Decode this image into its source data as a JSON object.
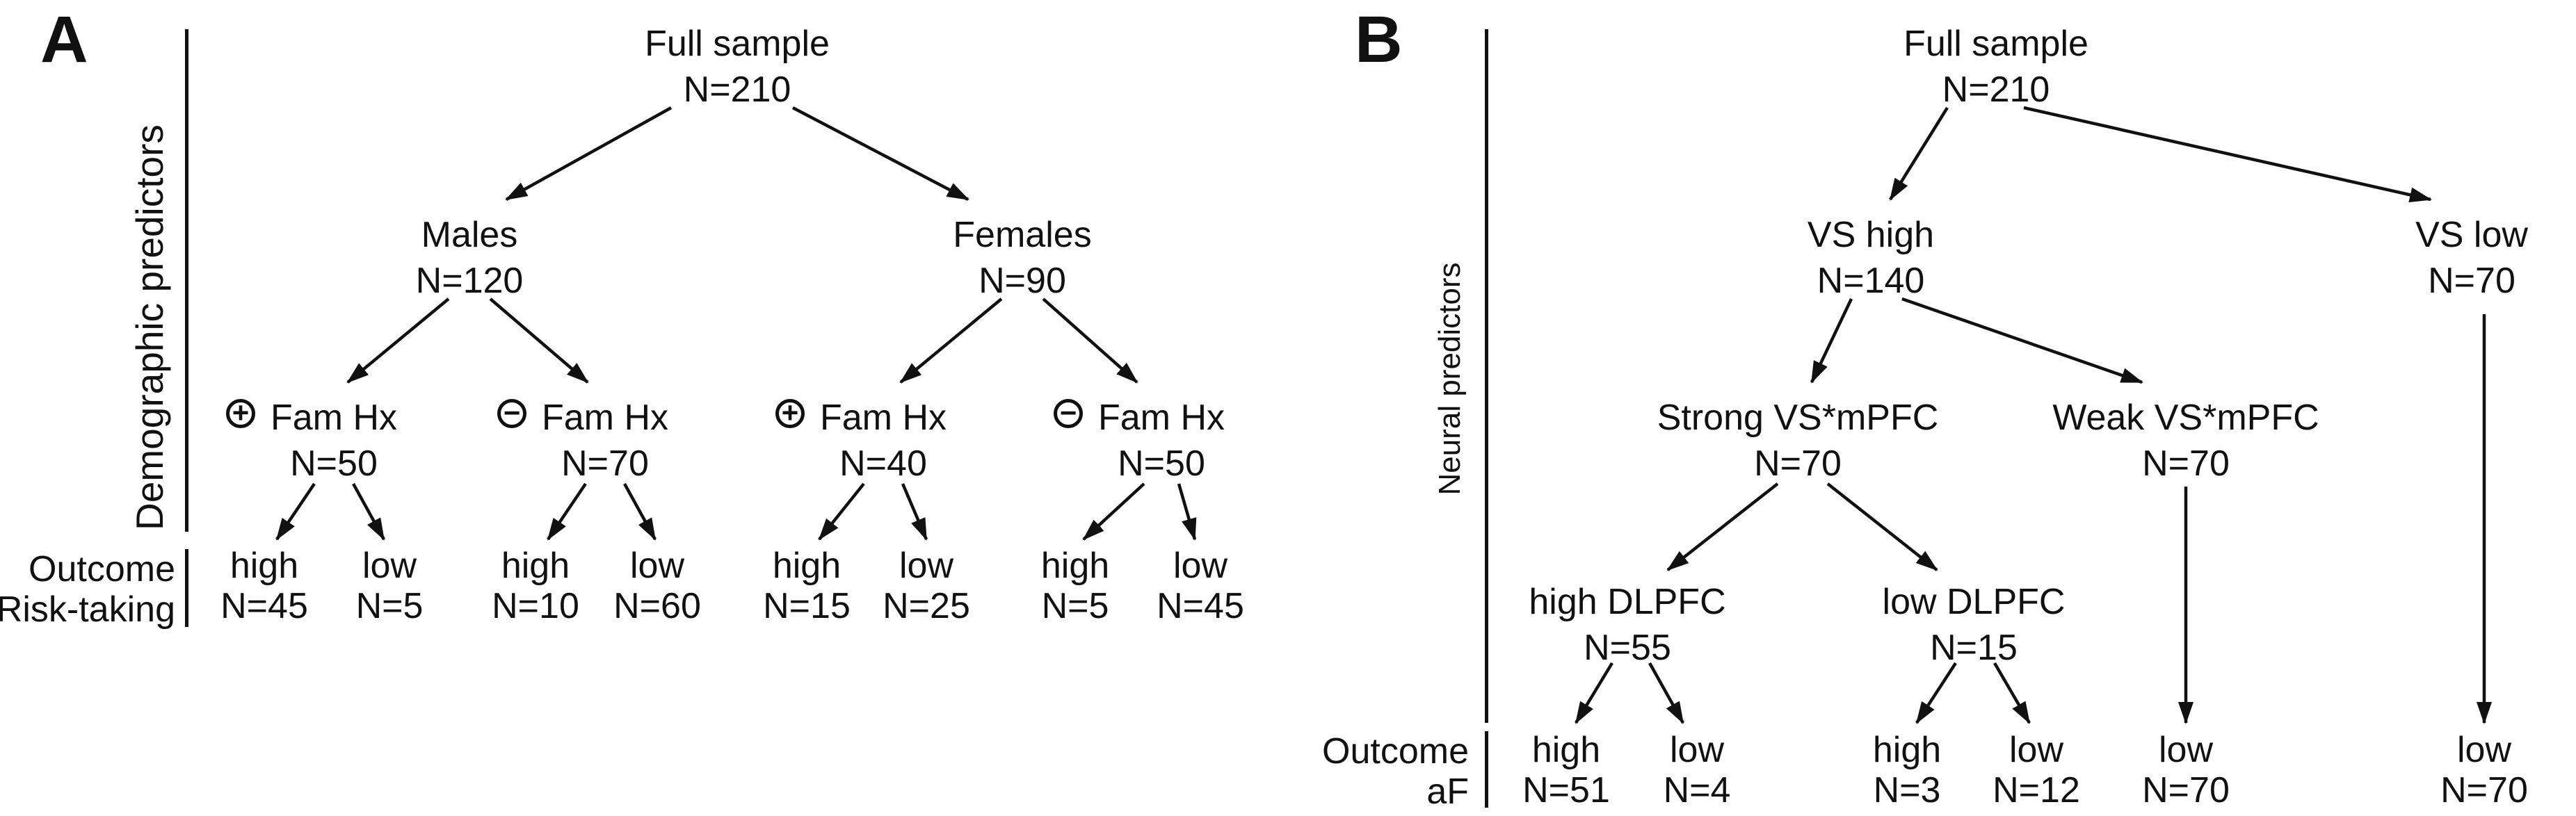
{
  "panelA": {
    "label": "A",
    "axis_label": "Demographic predictors",
    "outcome_label_line1": "Outcome",
    "outcome_label_line2": "Risk-taking",
    "nodes": {
      "full": {
        "label": "Full sample",
        "n": "N=210"
      },
      "males": {
        "label": "Males",
        "n": "N=120"
      },
      "females": {
        "label": "Females",
        "n": "N=90"
      },
      "famhx_pos_m": {
        "sign": "+",
        "label": "Fam Hx",
        "n": "N=50"
      },
      "famhx_neg_m": {
        "sign": "−",
        "label": "Fam Hx",
        "n": "N=70"
      },
      "famhx_pos_f": {
        "sign": "+",
        "label": "Fam Hx",
        "n": "N=40"
      },
      "famhx_neg_f": {
        "sign": "−",
        "label": "Fam Hx",
        "n": "N=50"
      },
      "out1": {
        "label": "high",
        "n": "N=45"
      },
      "out2": {
        "label": "low",
        "n": "N=5"
      },
      "out3": {
        "label": "high",
        "n": "N=10"
      },
      "out4": {
        "label": "low",
        "n": "N=60"
      },
      "out5": {
        "label": "high",
        "n": "N=15"
      },
      "out6": {
        "label": "low",
        "n": "N=25"
      },
      "out7": {
        "label": "high",
        "n": "N=5"
      },
      "out8": {
        "label": "low",
        "n": "N=45"
      }
    }
  },
  "panelB": {
    "label": "B",
    "axis_label": "Neural predictors",
    "outcome_label_line1": "Outcome",
    "outcome_label_line2": "aF",
    "nodes": {
      "full": {
        "label": "Full sample",
        "n": "N=210"
      },
      "vs_high": {
        "label": "VS high",
        "n": "N=140"
      },
      "vs_low": {
        "label": "VS low",
        "n": "N=70"
      },
      "strong": {
        "label": "Strong VS*mPFC",
        "n": "N=70"
      },
      "weak": {
        "label": "Weak VS*mPFC",
        "n": "N=70"
      },
      "high_dlpfc": {
        "label": "high DLPFC",
        "n": "N=55"
      },
      "low_dlpfc": {
        "label": "low DLPFC",
        "n": "N=15"
      },
      "out1": {
        "label": "high",
        "n": "N=51"
      },
      "out2": {
        "label": "low",
        "n": "N=4"
      },
      "out3": {
        "label": "high",
        "n": "N=3"
      },
      "out4": {
        "label": "low",
        "n": "N=12"
      },
      "out5": {
        "label": "low",
        "n": "N=70"
      },
      "out6": {
        "label": "low",
        "n": "N=70"
      }
    }
  }
}
